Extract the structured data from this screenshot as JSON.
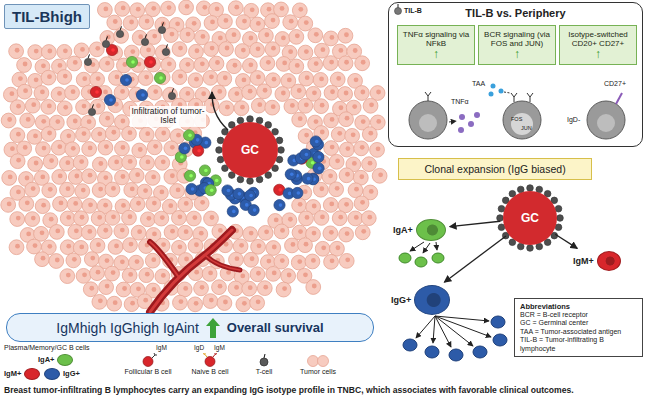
{
  "diagram": {
    "caption": "Breast tumor-infiltrating B lymphocytes carry an expanding IgG isotype profile in TNBC, which associates with favorable clinical outcomes.",
    "nodes": [
      {
        "text": [
          "TIL-Bhigh"
        ]
      },
      {
        "text": [
          "TIL-B vs. Periphery"
        ]
      },
      {
        "text": [
          "TNFα signaling via NFkB",
          "↑"
        ],
        "in": 1
      },
      {
        "text": [
          "BCR signaling (via FOS and JUN)",
          "↑"
        ],
        "in": 1
      },
      {
        "text": [
          "Isotype-switched CD20+ CD27+",
          "↑"
        ],
        "in": 1
      },
      {
        "text": [
          "GC"
        ]
      },
      {
        "text": [
          "Clonal expansion (IgG biased)"
        ]
      },
      {
        "text": [
          "GC"
        ]
      },
      {
        "text": [
          "IgA+"
        ]
      },
      {
        "text": [
          "IgM+"
        ]
      },
      {
        "text": [
          "IgG+"
        ]
      },
      {
        "text": [
          "IgMhigh IgGhigh IgAint",
          "Overall survival"
        ]
      },
      {
        "text": [
          "Abbreviations",
          "BCR = B-cell receptor",
          "GC = Germinal center",
          "TAA = Tumor-associated antigen",
          "TIL-B = Tumor-infiltrating B lymphocyte"
        ]
      }
    ],
    "edges": [
      {
        "from": 7,
        "to": 8,
        "arrow": "to"
      },
      {
        "from": 7,
        "to": 9,
        "arrow": "to"
      },
      {
        "from": 7,
        "to": 10,
        "arrow": "to"
      }
    ],
    "labels": [
      "Infiltration of tumor-Islet",
      "TIL-B",
      "TNFα",
      "TAA",
      "FOS",
      "JUN",
      "IgD-",
      "CD27+",
      "Plasma/Memory/GC B cells",
      "IgM",
      "IgD",
      "IgM"
    ],
    "legend": [
      {
        "text": "IgA+",
        "color": "#6cc04a"
      },
      {
        "text": "IgM+",
        "color": "#d8262b"
      },
      {
        "text": "IgG+",
        "color": "#2d5ba8"
      },
      {
        "text": "Follicular B cell"
      },
      {
        "text": "Naive B cell"
      },
      {
        "text": "T-cell"
      },
      {
        "text": "Tumor cells"
      }
    ]
  }
}
